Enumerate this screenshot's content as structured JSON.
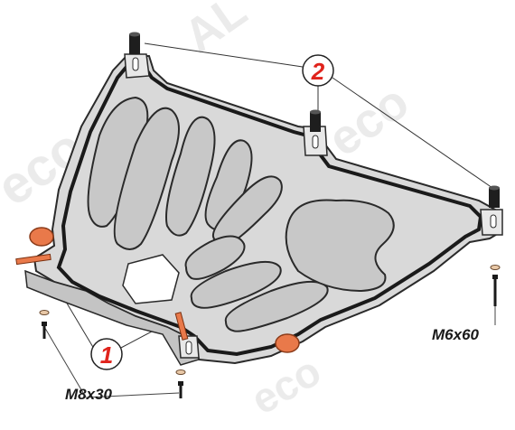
{
  "diagram": {
    "callouts": [
      {
        "id": "1",
        "text": "1"
      },
      {
        "id": "2",
        "text": "2"
      }
    ],
    "fastener_labels": {
      "left": "M8x30",
      "right": "M6x60"
    },
    "colors": {
      "plate_fill": "#d9d9d9",
      "plate_stroke": "#2a2a2a",
      "rib_fill": "#c8c8c8",
      "callout_red": "#e0231c",
      "bracket_orange": "#e9794a",
      "spacer_black": "#1e1e1e",
      "bolt_black": "#1a1a1a"
    },
    "watermark": "ALFeco"
  }
}
